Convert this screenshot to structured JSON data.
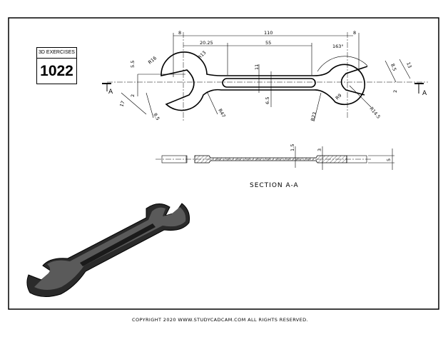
{
  "title_box": {
    "label": "3D EXERCISES",
    "number": "1022"
  },
  "front_view": {
    "dimensions": [
      "8",
      "110",
      "20.25",
      "55",
      "8",
      "163°",
      "R16",
      "R13",
      "5.5",
      "2",
      "17",
      "8.5",
      "R47",
      "11",
      "6.5",
      "R23",
      "R9",
      "R14.5",
      "8.5",
      "13",
      "2"
    ],
    "section_marker_left": "A",
    "section_marker_right": "A"
  },
  "section_view": {
    "dimensions": [
      "1.5",
      "3",
      "5"
    ],
    "caption": "SECTION A-A"
  },
  "footer": {
    "copyright": "COPYRIGHT  2020 WWW.STUDYCADCAM.COM ALL RIGHTS RESERVED."
  }
}
